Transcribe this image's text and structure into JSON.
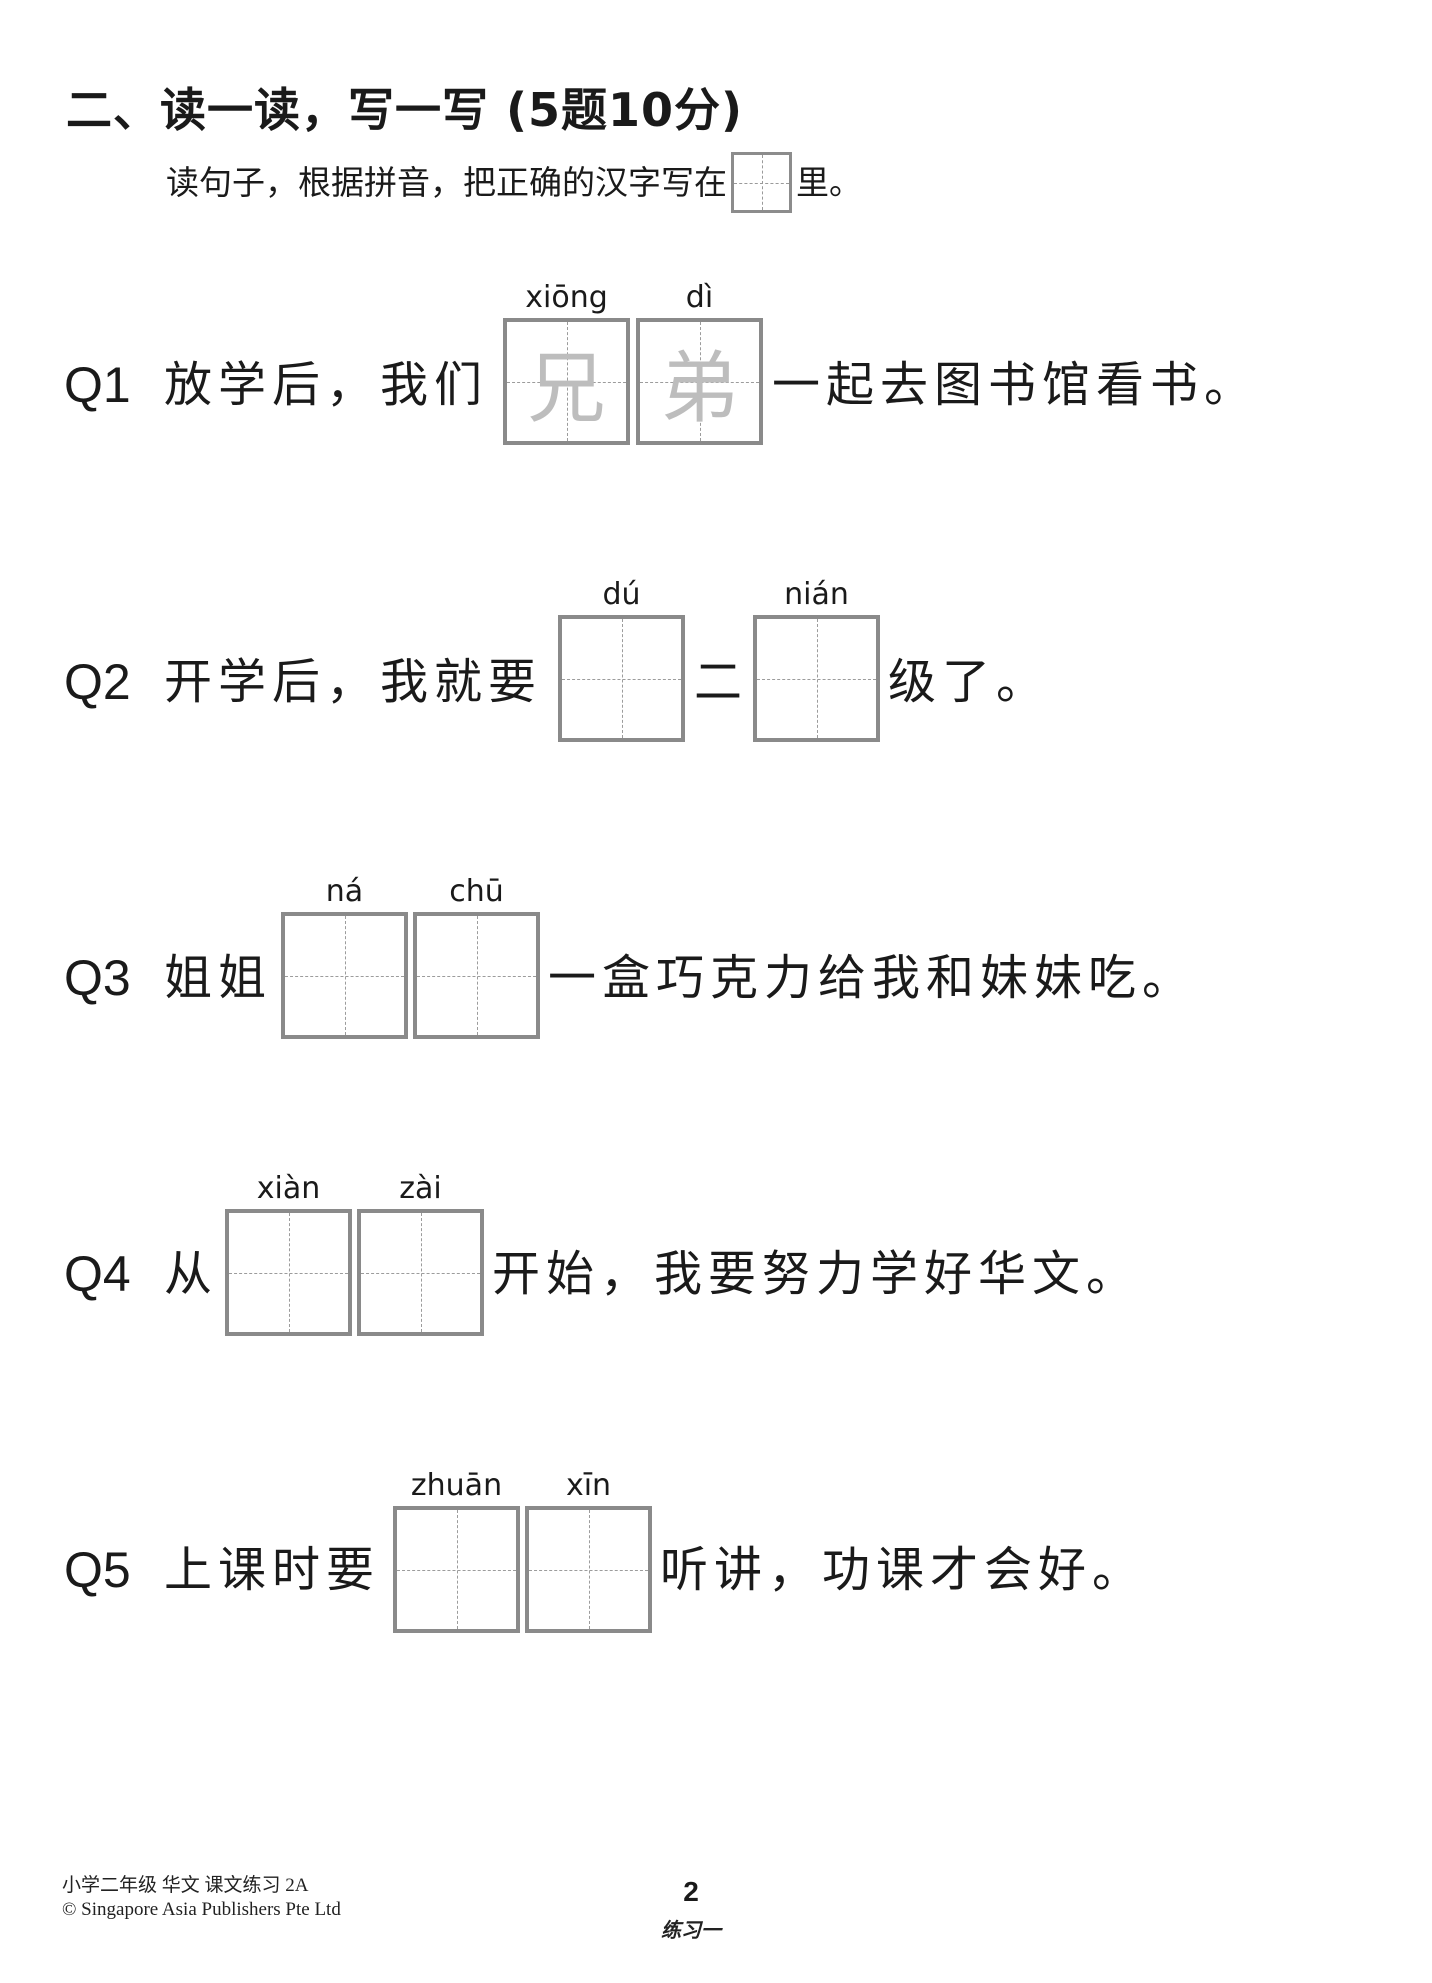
{
  "section": {
    "title": "二、读一读，写一写 (5题10分)",
    "instruction_before": "读句子，根据拼音，把正确的汉字写在",
    "instruction_after": "里。"
  },
  "questions": [
    {
      "label": "Q1",
      "before": "放学后，我们",
      "boxes": [
        {
          "pinyin": "xiōng",
          "answer": "兄"
        },
        {
          "pinyin": "dì",
          "answer": "弟"
        }
      ],
      "middle": "",
      "after": "一起去图书馆看书。"
    },
    {
      "label": "Q2",
      "before": "开学后，我就要",
      "boxes": [
        {
          "pinyin": "dú",
          "answer": ""
        },
        {
          "pinyin": "nián",
          "answer": ""
        }
      ],
      "middle": "二",
      "after": "级了。"
    },
    {
      "label": "Q3",
      "before": "姐姐",
      "boxes": [
        {
          "pinyin": "ná",
          "answer": ""
        },
        {
          "pinyin": "chū",
          "answer": ""
        }
      ],
      "middle": "",
      "after": "一盒巧克力给我和妹妹吃。"
    },
    {
      "label": "Q4",
      "before": "从",
      "boxes": [
        {
          "pinyin": "xiàn",
          "answer": ""
        },
        {
          "pinyin": "zài",
          "answer": ""
        }
      ],
      "middle": "",
      "after": "开始，我要努力学好华文。"
    },
    {
      "label": "Q5",
      "before": "上课时要",
      "boxes": [
        {
          "pinyin": "zhuān",
          "answer": ""
        },
        {
          "pinyin": "xīn",
          "answer": ""
        }
      ],
      "middle": "",
      "after": "听讲，功课才会好。"
    }
  ],
  "footer": {
    "book_title": "小学二年级 华文 课文练习 2A",
    "copyright": "© Singapore Asia Publishers Pte Ltd",
    "page_number": "2",
    "exercise_tag": "练习一"
  },
  "colors": {
    "box_border": "#8a8a8a",
    "guide_lines": "#9c9c9c",
    "answer_gray": "#bdbdbd",
    "text": "#1a1a1a"
  }
}
